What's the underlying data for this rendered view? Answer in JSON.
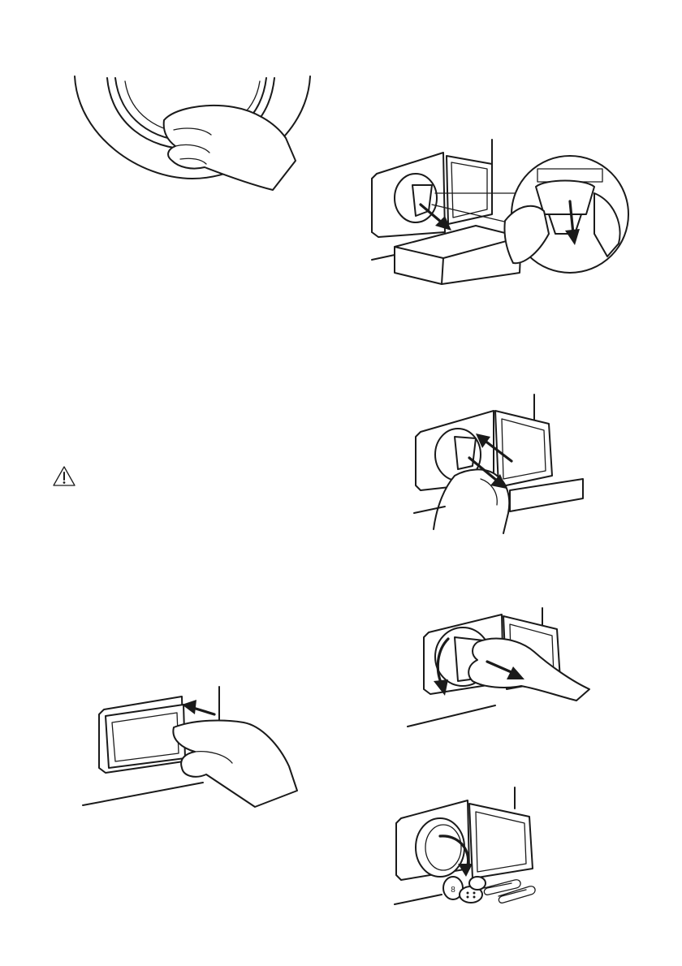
{
  "page": {
    "background": "#ffffff",
    "line_color": "#1a1a1a"
  },
  "figures": [
    {
      "id": "fig1",
      "icon": "door-seal-clean-icon"
    },
    {
      "id": "fig2",
      "icon": "filter-remove-icon"
    },
    {
      "id": "fig3",
      "icon": "filter-reinsert-icon"
    },
    {
      "id": "fig4",
      "icon": "warning-triangle-icon"
    },
    {
      "id": "fig5",
      "icon": "filter-unscrew-icon"
    },
    {
      "id": "fig6",
      "icon": "flap-close-icon"
    },
    {
      "id": "fig7",
      "icon": "debris-remove-icon"
    }
  ]
}
